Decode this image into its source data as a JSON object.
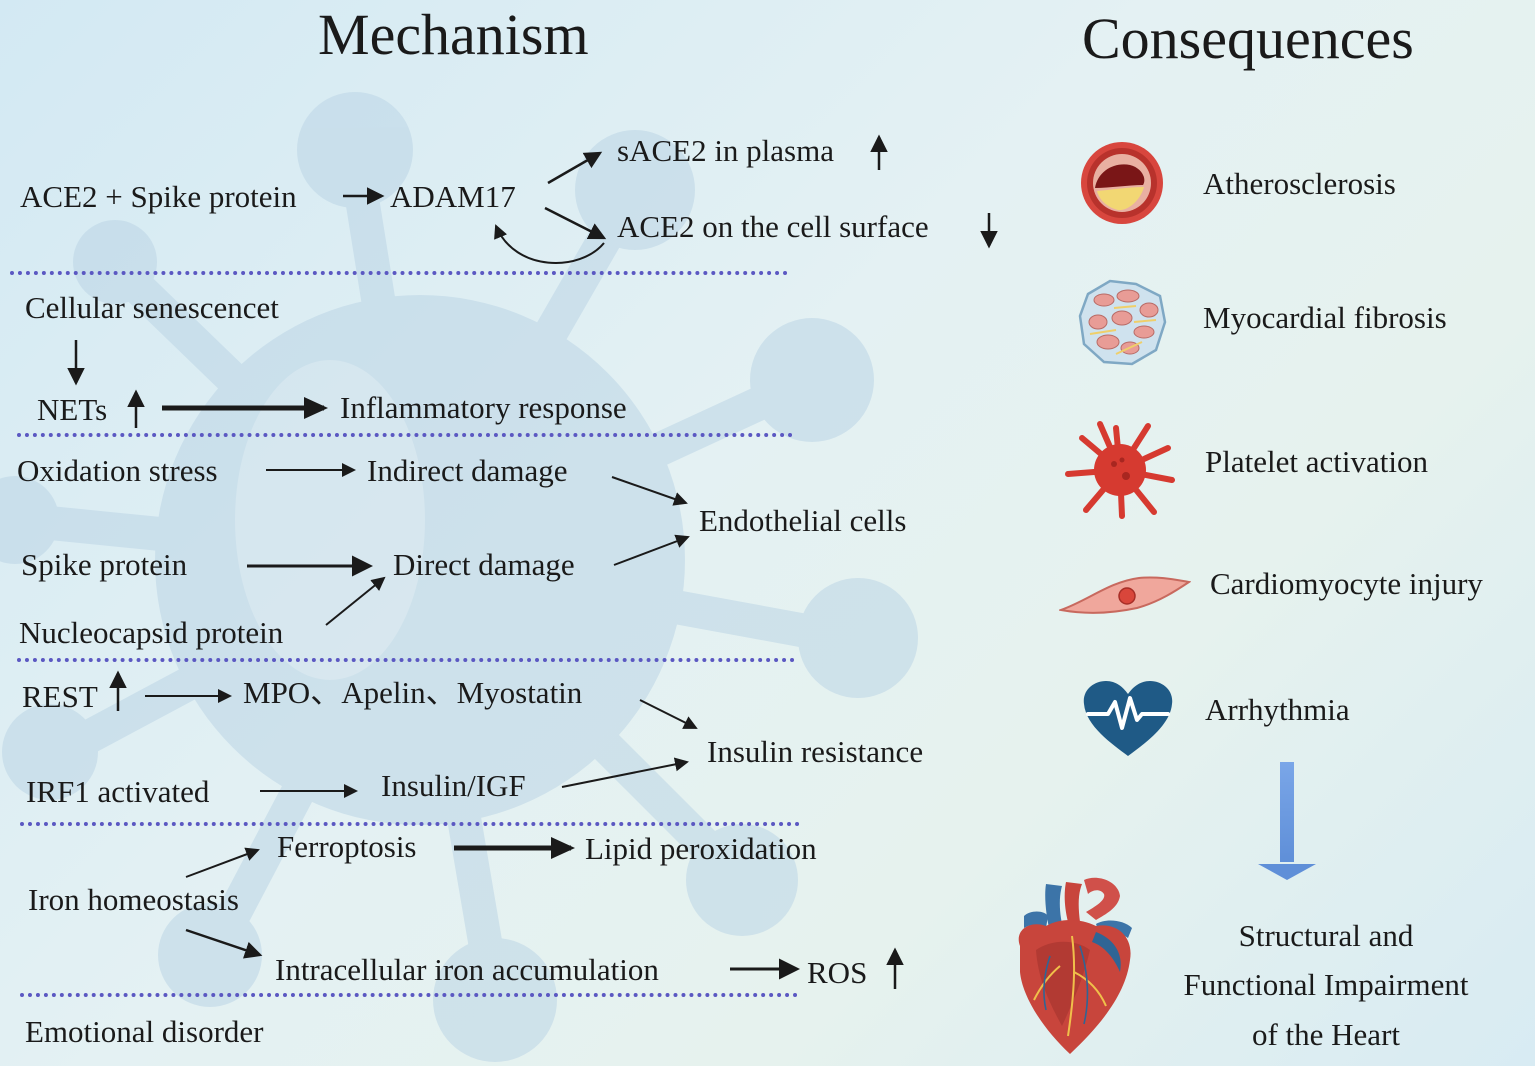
{
  "headers": {
    "mechanism": "Mechanism",
    "consequences": "Consequences"
  },
  "mechanism": {
    "ace2": {
      "source": "ACE2 + Spike protein",
      "enzyme": "ADAM17",
      "plasma": "sACE2 in plasma",
      "surface": "ACE2 on the cell surface"
    },
    "senescence": {
      "cause": "Cellular senescencet",
      "nets": "NETs",
      "inflammation": "Inflammatory response"
    },
    "endothelial": {
      "oxidation": "Oxidation stress",
      "indirect": "Indirect damage",
      "spike": "Spike protein",
      "direct": "Direct damage",
      "nucleocapsid": "Nucleocapsid protein",
      "target": "Endothelial cells"
    },
    "insulin": {
      "rest": "REST",
      "factors": "MPO、Apelin、Myostatin",
      "irf1": "IRF1 activated",
      "igf": "Insulin/IGF",
      "result": "Insulin resistance"
    },
    "iron": {
      "homeostasis": "Iron homeostasis",
      "ferroptosis": "Ferroptosis",
      "lipid": "Lipid peroxidation",
      "accumulation": "Intracellular iron accumulation",
      "ros": "ROS"
    },
    "emotional": "Emotional disorder"
  },
  "consequences": {
    "items": [
      {
        "label": "Atherosclerosis",
        "icon": "artery-cross-section-icon"
      },
      {
        "label": "Myocardial fibrosis",
        "icon": "fibrotic-tissue-icon"
      },
      {
        "label": "Platelet activation",
        "icon": "activated-platelet-icon"
      },
      {
        "label": "Cardiomyocyte injury",
        "icon": "cardiomyocyte-icon"
      },
      {
        "label": "Arrhythmia",
        "icon": "heart-ecg-icon"
      }
    ],
    "outcome": [
      "Structural and",
      "Functional Impairment",
      "of the Heart"
    ]
  },
  "colors": {
    "separator": "#5b58c2",
    "arrow": "#1a1a1a",
    "down_arrow": "#6f9de3",
    "virus": "#bcd5e6",
    "heart_red": "#c8453c",
    "heart_blue": "#2c5f8e"
  }
}
